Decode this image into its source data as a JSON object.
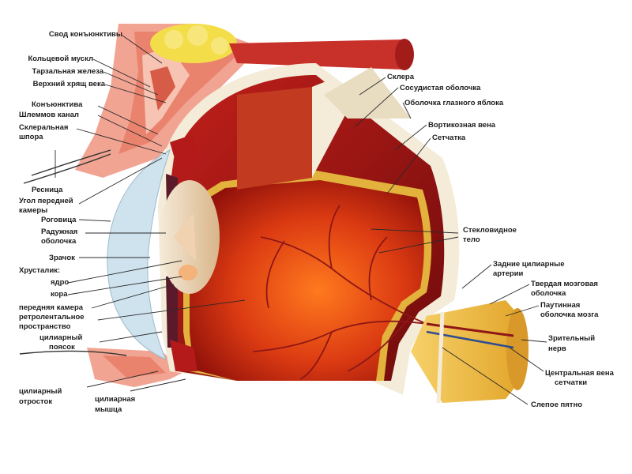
{
  "figure": {
    "left_labels": [
      {
        "id": "fornix",
        "text": "Свод конъюнктивы"
      },
      {
        "id": "orbicularis",
        "text": "Кольцевой мускл"
      },
      {
        "id": "tarsal",
        "text": "Тарзальная железа"
      },
      {
        "id": "upper-tarsus",
        "text": "Верхний хрящ века"
      },
      {
        "id": "conjunctiva",
        "text": "Конъюнктива"
      },
      {
        "id": "schlemm",
        "text": "Шлеммов канал"
      },
      {
        "id": "scleral-spur-1",
        "text": "Склеральная"
      },
      {
        "id": "scleral-spur-2",
        "text": "шпора"
      },
      {
        "id": "eyelash",
        "text": "Ресница"
      },
      {
        "id": "angle-1",
        "text": "Угол передней"
      },
      {
        "id": "angle-2",
        "text": "камеры"
      },
      {
        "id": "cornea",
        "text": "Роговица"
      },
      {
        "id": "iris-1",
        "text": "Радужная"
      },
      {
        "id": "iris-2",
        "text": "оболочка"
      },
      {
        "id": "pupil",
        "text": "Зрачок"
      },
      {
        "id": "lens",
        "text": "Хрусталик:"
      },
      {
        "id": "nucleus",
        "text": "ядро"
      },
      {
        "id": "cortex",
        "text": "кора"
      },
      {
        "id": "ant-chamber",
        "text": "передняя камера"
      },
      {
        "id": "retrolental-1",
        "text": "ретролентальное"
      },
      {
        "id": "retrolental-2",
        "text": "пространство"
      },
      {
        "id": "zonule-1",
        "text": "цилиарный"
      },
      {
        "id": "zonule-2",
        "text": "поясок"
      },
      {
        "id": "process-1",
        "text": "цилиарный"
      },
      {
        "id": "process-2",
        "text": "отросток"
      },
      {
        "id": "muscle-1",
        "text": "цилиарная"
      },
      {
        "id": "muscle-2",
        "text": "мышца"
      }
    ],
    "right_labels": [
      {
        "id": "sclera",
        "text": "Склера"
      },
      {
        "id": "choroid",
        "text": "Сосудистая оболочка"
      },
      {
        "id": "eyeball-coat",
        "text": "Оболочка глазного яблока"
      },
      {
        "id": "vortex",
        "text": "Вортикозная вена"
      },
      {
        "id": "retina",
        "text": "Сетчатка"
      },
      {
        "id": "vitreous-1",
        "text": "Стекловидное"
      },
      {
        "id": "vitreous-2",
        "text": "тело"
      },
      {
        "id": "cil-art-1",
        "text": "Задние цилиарные"
      },
      {
        "id": "cil-art-2",
        "text": "артерии"
      },
      {
        "id": "dura-1",
        "text": "Твердая мозговая"
      },
      {
        "id": "dura-2",
        "text": "оболочка"
      },
      {
        "id": "arach-1",
        "text": "Паутинная"
      },
      {
        "id": "arach-2",
        "text": "оболочка мозга"
      },
      {
        "id": "optic-1",
        "text": "Зрительный"
      },
      {
        "id": "optic-2",
        "text": "нерв"
      },
      {
        "id": "cv-1",
        "text": "Центральная вена"
      },
      {
        "id": "cv-2",
        "text": "сетчатки"
      },
      {
        "id": "blind",
        "text": "Слепое пятно"
      }
    ],
    "colors": {
      "label": "#1b1b1b",
      "leader": "#2a2a2a",
      "sclera": "#f4ecd9",
      "choroid": "#8e1616",
      "retina": "#e2b23c",
      "vitreous": "#d83a12",
      "lens": "#ecd9b8",
      "cornea": "#cfe3ef",
      "nerve": "#e9b93a",
      "fat": "#f3de4a",
      "eyelid": "#ef9b86"
    }
  }
}
